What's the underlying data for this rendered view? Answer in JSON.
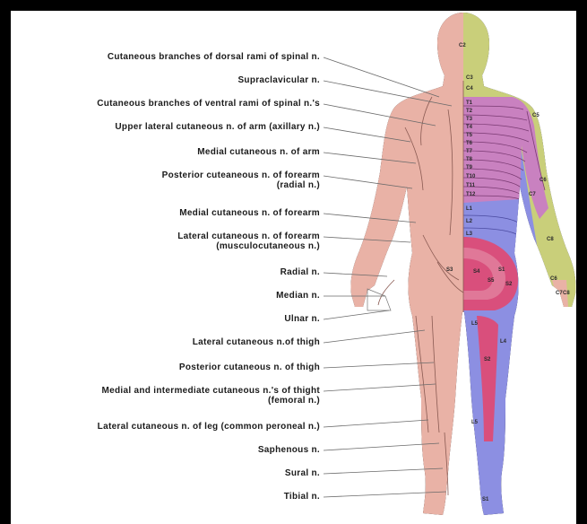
{
  "labels": [
    {
      "id": "dorsal-rami",
      "lines": [
        "Cutaneous branches of dorsal rami of spinal n."
      ]
    },
    {
      "id": "supraclavicular",
      "lines": [
        "Supraclavicular n."
      ]
    },
    {
      "id": "ventral-rami",
      "lines": [
        "Cutaneous branches of ventral rami of spinal n.'s"
      ]
    },
    {
      "id": "upper-lateral-arm",
      "lines": [
        "Upper lateral cutaneous n. of arm (axillary n.)"
      ]
    },
    {
      "id": "medial-arm",
      "lines": [
        "Medial cutaneous n. of arm"
      ]
    },
    {
      "id": "posterior-forearm",
      "lines": [
        "Posterior cuteaneous n. of forearm",
        "(radial n.)"
      ]
    },
    {
      "id": "medial-forearm",
      "lines": [
        "Medial cutaneous n. of forearm"
      ]
    },
    {
      "id": "lateral-forearm",
      "lines": [
        "Lateral cutaneous n. of forearm",
        "(musculocutaneous n.)"
      ]
    },
    {
      "id": "radial",
      "lines": [
        "Radial n."
      ]
    },
    {
      "id": "median",
      "lines": [
        "Median n."
      ]
    },
    {
      "id": "ulnar",
      "lines": [
        "Ulnar n."
      ]
    },
    {
      "id": "lateral-thigh",
      "lines": [
        "Lateral cutaneous n.of thigh"
      ]
    },
    {
      "id": "posterior-thigh",
      "lines": [
        "Posterior cutaneous n. of thigh"
      ]
    },
    {
      "id": "medial-intermediate-thigh",
      "lines": [
        "Medial and intermediate cutaneous n.'s of thight",
        "(femoral n.)"
      ]
    },
    {
      "id": "lateral-leg",
      "lines": [
        "Lateral cutaneous n. of leg (common peroneal n.)"
      ]
    },
    {
      "id": "saphenous",
      "lines": [
        "Saphenous n."
      ]
    },
    {
      "id": "sural",
      "lines": [
        "Sural n."
      ]
    },
    {
      "id": "tibial",
      "lines": [
        "Tibial n."
      ]
    }
  ],
  "segments": {
    "head": "C2",
    "neck": [
      "C3",
      "C4"
    ],
    "arm": [
      "C5",
      "C6",
      "C7",
      "C8"
    ],
    "hand": [
      "C6",
      "C8",
      "C7"
    ],
    "trunk": [
      "T1",
      "T2",
      "T3",
      "T4",
      "T5",
      "T6",
      "T7",
      "T8",
      "T9",
      "T10",
      "T11",
      "T12"
    ],
    "lumbar": [
      "L1",
      "L2",
      "L3"
    ],
    "sacral": [
      "S3",
      "S4",
      "S5",
      "S1",
      "S2"
    ],
    "leg": [
      "L5",
      "L4",
      "S2",
      "L5",
      "S1"
    ]
  },
  "colors": {
    "skin": "#e9b2a6",
    "cervical": "#c9cf7a",
    "thoracic": "#c981c0",
    "lumbar": "#8c8fe2",
    "sacral": "#d94f7c",
    "leader": "#6a6a6a"
  }
}
